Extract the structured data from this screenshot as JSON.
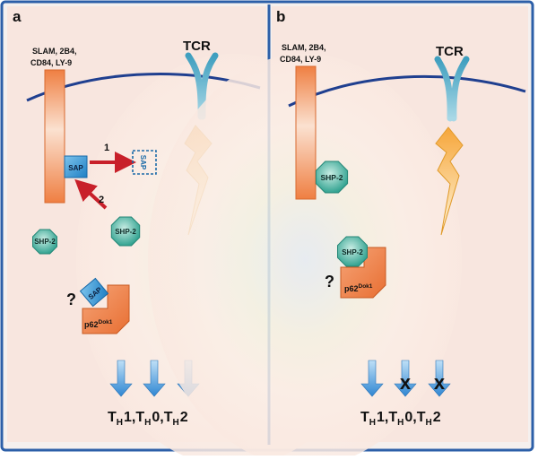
{
  "panels": [
    {
      "letter": "a",
      "receptor_label": [
        "SLAM, 2B4,",
        "CD84, LY-9"
      ],
      "tcr_label": "TCR",
      "sap_bound_label": "SAP",
      "sap_released_label": "SAP",
      "step1_label": "1",
      "step2_label": "2",
      "shp2_free_label": "SHP-2",
      "shp2_second_label": "SHP-2",
      "question_mark": "?",
      "sap_adaptor_label": "SAP",
      "adaptor_label": {
        "base": "p62",
        "sup": "Dok1"
      },
      "outcome": {
        "p1": "T",
        "s1": "H",
        "n1": "1,",
        "p2": "T",
        "s2": "H",
        "n2": "0,",
        "p3": "T",
        "s3": "H",
        "n3": "2"
      }
    },
    {
      "letter": "b",
      "receptor_label": [
        "SLAM, 2B4,",
        "CD84, LY-9"
      ],
      "tcr_label": "TCR",
      "shp2_bound_label": "SHP-2",
      "shp2_adaptor_label": "SHP-2",
      "question_mark": "?",
      "adaptor_label": {
        "base": "p62",
        "sup": "Dok1"
      },
      "blocked_mark": "x",
      "outcome": {
        "p1": "T",
        "s1": "H",
        "n1": "1,",
        "p2": "T",
        "s2": "H",
        "n2": "0,",
        "p3": "T",
        "s3": "H",
        "n3": "2"
      }
    }
  ],
  "colors": {
    "frame": "#2c5fa8",
    "membrane": "#1f3f8f",
    "receptor": "#f0884c",
    "sap": "#2f8fcf",
    "shp2": "#3fae9c",
    "signal": "#f4b43c",
    "red_arrow": "#c8202a",
    "down_arrow": "#3a8ed6"
  }
}
